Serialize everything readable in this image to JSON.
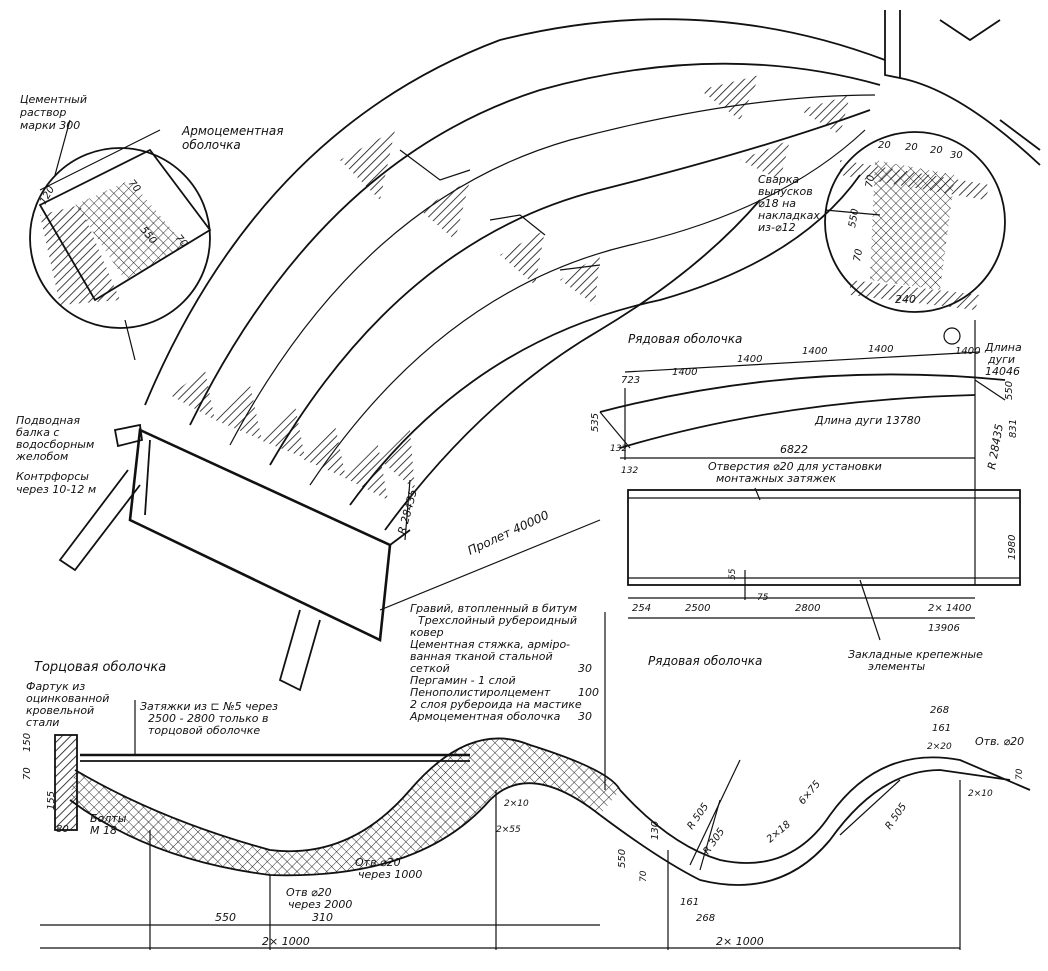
{
  "labels": {
    "cement_mortar": [
      "Цементный",
      "раствор",
      "марки 300"
    ],
    "shell_material": [
      "Армоцементная",
      "оболочка"
    ],
    "beam": [
      "Подводная",
      "балка с",
      "водосборным",
      "желобом"
    ],
    "buttress": [
      "Контрфорсы",
      "через 10-12 м"
    ],
    "radius_main": "R 28435",
    "span": "Пролет 40000",
    "welding": [
      "Сварка",
      "выпусков",
      "⌀18 на",
      "накладках",
      "из-⌀12"
    ],
    "row_shell_top": "Рядовая оболочка",
    "row_shell_bottom": "Рядовая оболочка",
    "end_shell": "Торцовая оболочка",
    "arc_length_1": [
      "Длина",
      "дуги",
      "14046"
    ],
    "arc_length_2": "Длина дуги 13780",
    "holes_note": [
      "Отверстия ⌀20 для установки",
      "монтажных затяжек"
    ],
    "embedded": [
      "Закладные крепежные",
      "элементы"
    ],
    "radius_side": "R 28435",
    "apron": [
      "Фартук из",
      "оцинкованной",
      "кровельной",
      "стали"
    ],
    "ties": [
      "Затяжки из ⊏ №5 через",
      "2500 - 2800 только в",
      "торцовой оболочке"
    ],
    "bolts": [
      "Болты",
      "М 18"
    ],
    "hole_1000": [
      "Отв ⌀20",
      "через 1000"
    ],
    "hole_2000": [
      "Отв ⌀20",
      "через 2000"
    ],
    "hole_20": "Отв. ⌀20",
    "layers": [
      [
        "Гравий, втопленный в битум",
        ""
      ],
      [
        "Трехслойный рубероидный",
        ""
      ],
      [
        "ковер",
        ""
      ],
      [
        "Цементная стяжка, арміро-",
        ""
      ],
      [
        "ванная тканой стальной",
        ""
      ],
      [
        "сеткой",
        "30"
      ],
      [
        "Пергамин - 1 слой",
        ""
      ],
      [
        "Пенополистиролцемент",
        "100"
      ],
      [
        "2 слоя рубероида на мастике",
        ""
      ],
      [
        "Армоцементная оболочка",
        "30"
      ]
    ]
  },
  "dimensions": {
    "detail_left": [
      "120",
      "70",
      "550",
      "70"
    ],
    "detail_right": [
      "20",
      "20",
      "20",
      "30",
      "70",
      "550",
      "70",
      "240"
    ],
    "row_shell_top": [
      "723",
      "1400",
      "1400",
      "1400",
      "1400",
      "1400",
      "550",
      "535",
      "132",
      "6822",
      "831",
      "132"
    ],
    "row_shell_plan": [
      "1980",
      "55",
      "75",
      "254",
      "2500",
      "2800",
      "2× 1400",
      "13906"
    ],
    "section": [
      "150",
      "70",
      "155",
      "80",
      "2×10",
      "2×55",
      "550",
      "310",
      "2× 1000",
      "130",
      "R 505",
      "R 305",
      "550",
      "70",
      "161",
      "268",
      "2×18",
      "6×75",
      "268",
      "161",
      "2×20",
      "R 505",
      "2×10",
      "70",
      "2× 1000"
    ]
  }
}
